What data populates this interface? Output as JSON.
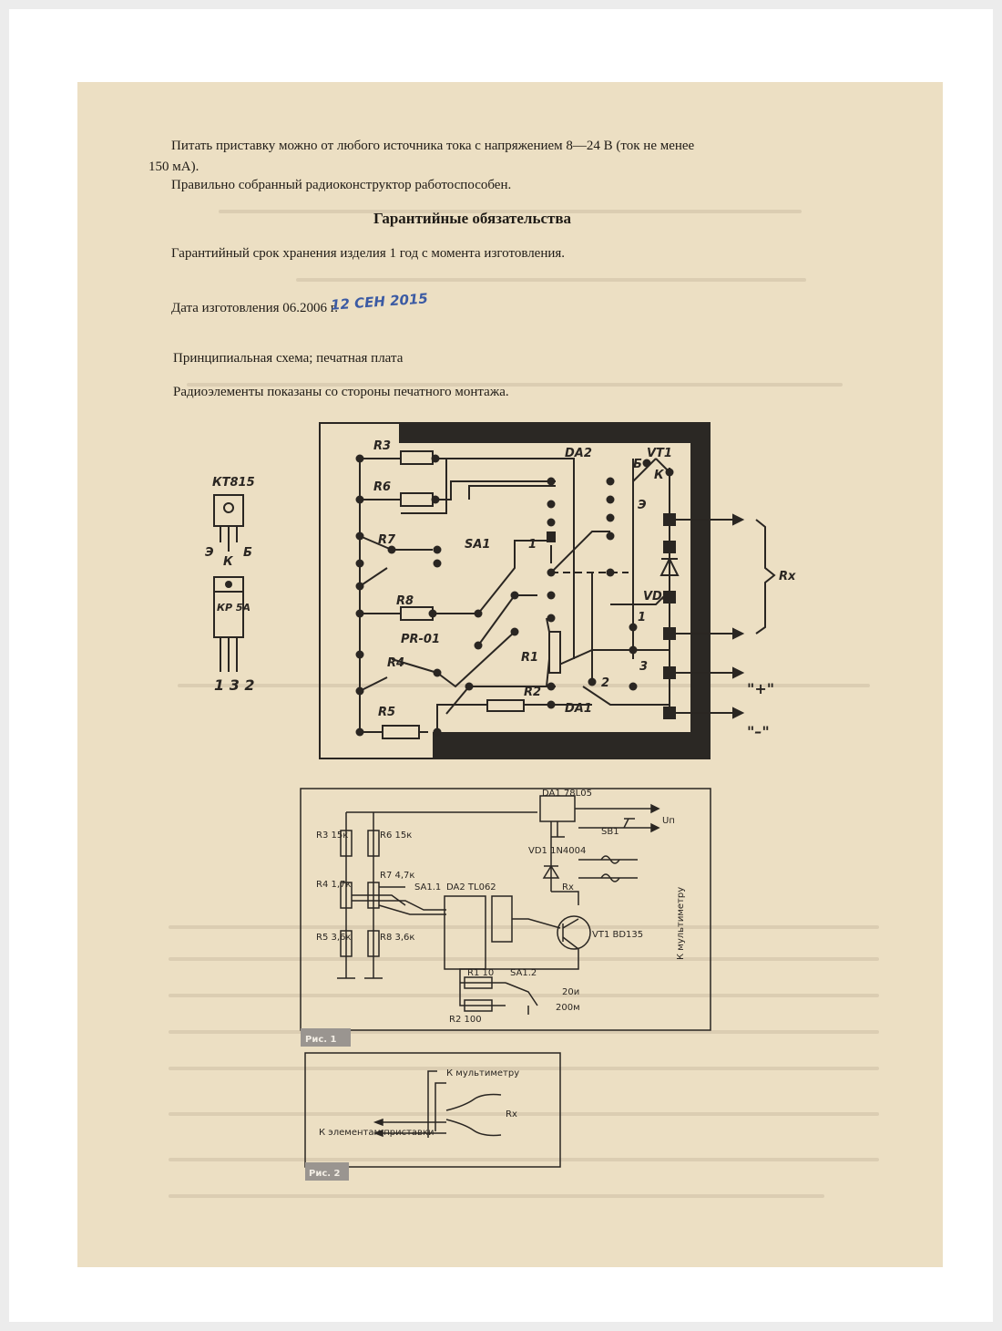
{
  "text": {
    "line1": "Питать приставку можно от любого источника тока с напряжением 8—24 В (ток не менее",
    "line2": "150 мА).",
    "line3": "Правильно собранный радиоконструктор работоспособен.",
    "heading": "Гарантийные обязательства",
    "warranty": "Гарантийный срок хранения изделия 1 год с момента изготовления.",
    "date": "Дата изготовления 06.2006 г.",
    "stamp": "12 СЕН 2015",
    "schematic_caption": "Принципиальная схема; печатная плата",
    "components_note": "Радиоэлементы показаны со стороны печатного монтажа."
  },
  "pcb": {
    "parts": [
      "R3",
      "R6",
      "R7",
      "SA1",
      "R8",
      "PR-01",
      "R4",
      "R5",
      "R1",
      "R2",
      "DA2",
      "VT1",
      "VD1",
      "DA1"
    ],
    "pins": [
      "1",
      "1",
      "2",
      "3",
      "Б",
      "К",
      "Э"
    ],
    "rx": "Rx",
    "plus": "\"+\"",
    "minus": "\"–\""
  },
  "packages": {
    "transistor": "КТ815",
    "transistor_pins": [
      "Э",
      "К",
      "Б"
    ],
    "regulator": "КР 5А",
    "regulator_pins": "1 3 2"
  },
  "fig1": {
    "caption": "Рис. 1",
    "labels": [
      "DA1 78L05",
      "R3 15к",
      "R6 15к",
      "R7 4,7к",
      "R4 1,7к",
      "SA1.1",
      "DA2 TL062",
      "R5 3,6к",
      "R8 3,6к",
      "SB1",
      "VD1 1N4004",
      "Rx",
      "VT1 BD135",
      "R1 10",
      "R2 100",
      "SA1.2",
      "20и",
      "200м",
      "Uп",
      "К мультиметру"
    ]
  },
  "fig2": {
    "caption": "Рис. 2",
    "to_meter": "К мультиметру",
    "to_elements": "К элементам приставки",
    "rx": "Rx"
  }
}
